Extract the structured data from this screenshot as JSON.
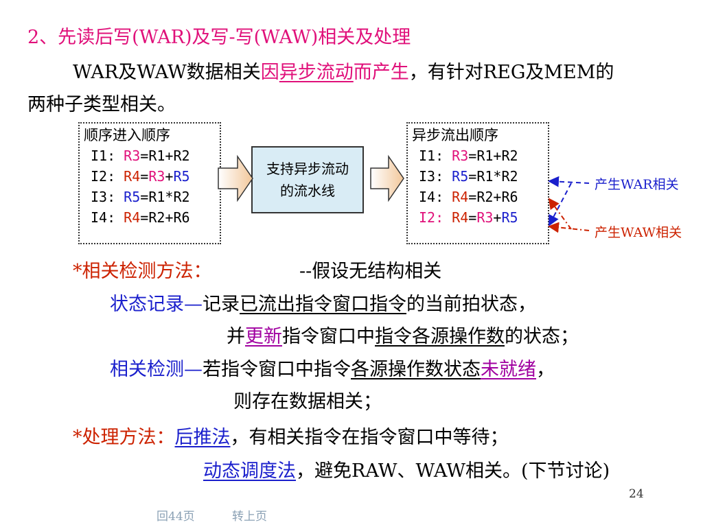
{
  "title": "2、先读后写(WAR)及写-写(WAW)相关及处理",
  "intro": {
    "line1_a": "WAR及WAW数据相关",
    "line1_b": "因",
    "line1_c": "异步流动",
    "line1_d": "而产生",
    "line1_e": "，有针对REG及MEM的",
    "line2": "两种子类型相关。"
  },
  "left_box": {
    "header": "顺序进入顺序",
    "rows": [
      {
        "label": "I1:",
        "dst": "R3",
        "eq": "=",
        "s1": "R1",
        "op": "+",
        "s2": "R2"
      },
      {
        "label": "I2:",
        "dst": "R4",
        "eq": "=",
        "s1": "R3",
        "op": "+",
        "s2": "R5"
      },
      {
        "label": "I3:",
        "dst": "R5",
        "eq": "=",
        "s1": "R1",
        "op": "*",
        "s2": "R2"
      },
      {
        "label": "I4:",
        "dst": "R4",
        "eq": "=",
        "s1": "R2",
        "op": "+",
        "s2": "R6"
      }
    ]
  },
  "pipeline": {
    "line1": "支持异步流动",
    "line2": "的流水线"
  },
  "right_box": {
    "header": "异步流出顺序",
    "rows": [
      {
        "label": "I1:",
        "dst": "R3",
        "eq": "=",
        "s1": "R1",
        "op": "+",
        "s2": "R2"
      },
      {
        "label": "I3:",
        "dst": "R5",
        "eq": "=",
        "s1": "R1",
        "op": "*",
        "s2": "R2"
      },
      {
        "label": "I4:",
        "dst": "R4",
        "eq": "=",
        "s1": "R2",
        "op": "+",
        "s2": "R6"
      },
      {
        "label": "I2:",
        "dst": "R4",
        "eq": "=",
        "s1": "R3",
        "op": "+",
        "s2": "R5"
      }
    ]
  },
  "annotations": {
    "war": "产生WAR相关",
    "waw": "产生WAW相关"
  },
  "detection": {
    "heading": "*相关检测方法：",
    "assumption": "--假设无结构相关",
    "state_label": "状态记录—",
    "state_a": "记录",
    "state_b": "已流出指令窗口指令",
    "state_c": "的当前拍状态，",
    "update_a": "并",
    "update_b": "更新",
    "update_c": "指令窗口中",
    "update_d": "指令各源操作数",
    "update_e": "的状态；",
    "detect_label": "相关检测—",
    "detect_a": "若指令窗口中指令",
    "detect_b": "各源操作数状态",
    "detect_c": "未就绪",
    "detect_d": "，",
    "detect_e": "则存在数据相关；"
  },
  "handling": {
    "heading": "*处理方法：",
    "method1": "后推法",
    "method1_desc": "，有相关指令在指令窗口中等待；",
    "method2": "动态调度法",
    "method2_desc": "，避免RAW、WAW相关。(下节讨论)"
  },
  "page_number": "24",
  "footer": {
    "back": "回44页",
    "up": "转上页"
  },
  "colors": {
    "title": "#e0107a",
    "red": "#cc2200",
    "blue": "#1a1fcc",
    "purple": "#a000a0",
    "pipeline_fill": "#d9ecf5"
  }
}
